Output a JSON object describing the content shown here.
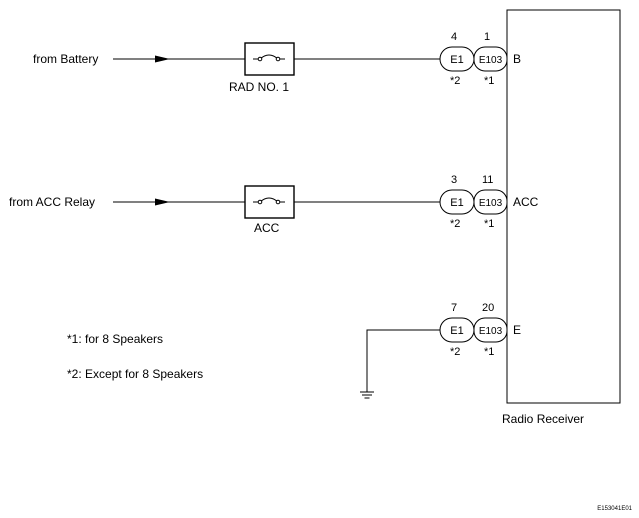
{
  "sources": {
    "battery": "from Battery",
    "acc_relay": "from ACC Relay"
  },
  "fuses": {
    "rad": "RAD NO. 1",
    "acc": "ACC"
  },
  "connectors": {
    "left_id": "E1",
    "right_id": "E103",
    "left_note": "*2",
    "right_note": "*1"
  },
  "rows": [
    {
      "left_pin": "4",
      "right_pin": "1",
      "terminal": "B"
    },
    {
      "left_pin": "3",
      "right_pin": "11",
      "terminal": "ACC"
    },
    {
      "left_pin": "7",
      "right_pin": "20",
      "terminal": "E"
    }
  ],
  "notes": {
    "n1": "*1: for 8 Speakers",
    "n2": "*2: Except for 8 Speakers"
  },
  "component": "Radio Receiver",
  "figure_id": "E153041E01"
}
